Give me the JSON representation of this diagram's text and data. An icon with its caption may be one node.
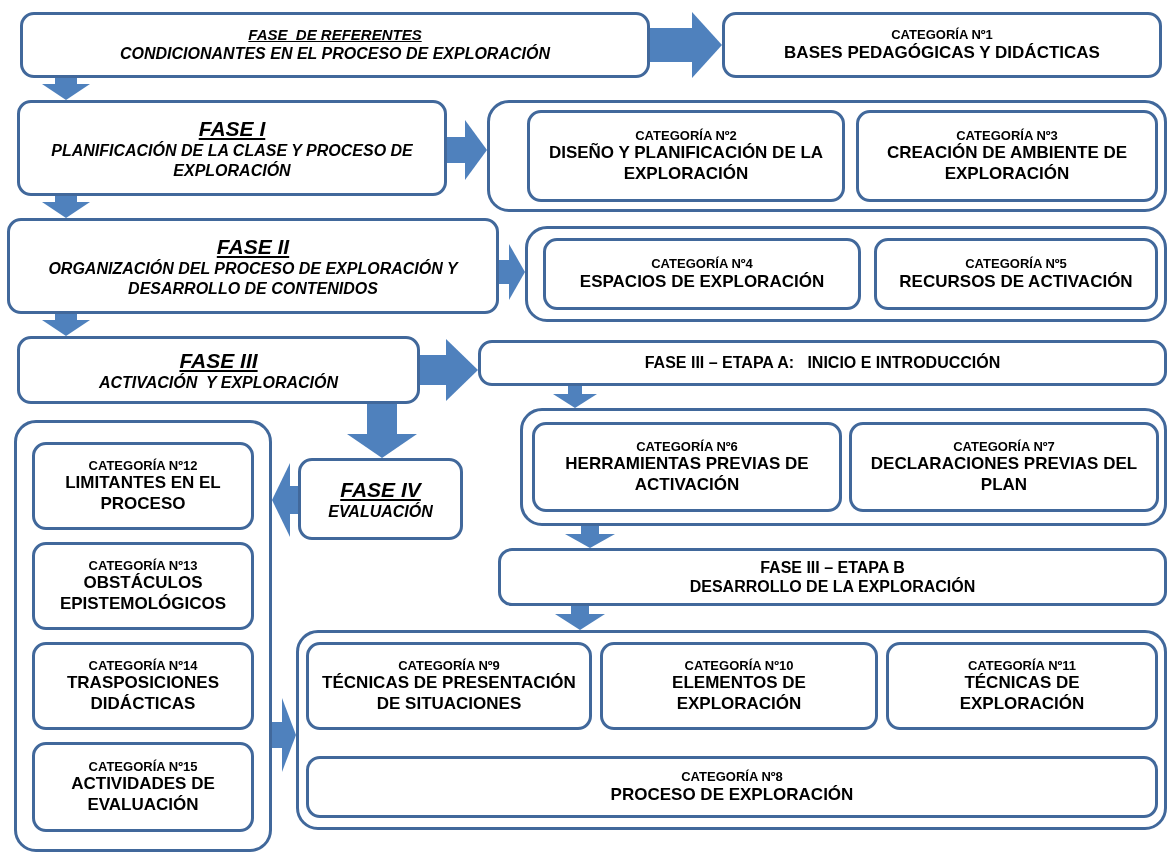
{
  "diagram": {
    "nodes": [
      {
        "text": [
          "FASE  DE REFERENTES",
          "CONDICIONANTES EN EL PROCESO DE EXPLORACIÓN"
        ]
      },
      {
        "text": [
          "CATEGORÍA Nº1",
          "BASES PEDAGÓGICAS Y DIDÁCTICAS"
        ]
      },
      {
        "text": [
          "FASE I",
          "PLANIFICACIÓN DE LA CLASE Y PROCESO DE EXPLORACIÓN"
        ]
      },
      {
        "text": [],
        "shape": "box"
      },
      {
        "text": [
          "CATEGORÍA Nº2",
          "DISEÑO Y PLANIFICACIÓN DE LA EXPLORACIÓN"
        ],
        "in": 3
      },
      {
        "text": [
          "CATEGORÍA Nº3",
          "CREACIÓN DE AMBIENTE DE EXPLORACIÓN"
        ],
        "in": 3
      },
      {
        "text": [
          "FASE II",
          "ORGANIZACIÓN DEL PROCESO DE EXPLORACIÓN Y DESARROLLO DE CONTENIDOS"
        ]
      },
      {
        "text": [],
        "shape": "box"
      },
      {
        "text": [
          "CATEGORÍA Nº4",
          "ESPACIOS DE EXPLORACIÓN"
        ],
        "in": 7
      },
      {
        "text": [
          "CATEGORÍA Nº5",
          "RECURSOS DE ACTIVACIÓN"
        ],
        "in": 7
      },
      {
        "text": [
          "FASE III",
          "ACTIVACIÓN  Y EXPLORACIÓN"
        ]
      },
      {
        "text": [
          "FASE III – ETAPA A:   INICIO E INTRODUCCIÓN"
        ]
      },
      {
        "text": [],
        "shape": "box"
      },
      {
        "text": [
          "CATEGORÍA Nº6",
          "HERRAMIENTAS PREVIAS DE ACTIVACIÓN"
        ],
        "in": 12
      },
      {
        "text": [
          "CATEGORÍA Nº7",
          "DECLARACIONES PREVIAS DEL PLAN"
        ],
        "in": 12
      },
      {
        "text": [
          "FASE III – ETAPA B",
          "DESARROLLO DE LA EXPLORACIÓN"
        ]
      },
      {
        "text": [],
        "shape": "box"
      },
      {
        "text": [
          "CATEGORÍA Nº9",
          "TÉCNICAS DE PRESENTACIÓN DE SITUACIONES"
        ],
        "in": 16
      },
      {
        "text": [
          "CATEGORÍA Nº10",
          "ELEMENTOS DE EXPLORACIÓN"
        ],
        "in": 16
      },
      {
        "text": [
          "CATEGORÍA Nº11",
          "TÉCNICAS DE EXPLORACIÓN"
        ],
        "in": 16
      },
      {
        "text": [
          "CATEGORÍA Nº8",
          "PROCESO DE EXPLORACIÓN"
        ],
        "in": 16
      },
      {
        "text": [
          "FASE IV",
          "EVALUACIÓN"
        ]
      },
      {
        "text": [],
        "shape": "box"
      },
      {
        "text": [
          "CATEGORÍA Nº12",
          "LIMITANTES EN EL PROCESO"
        ],
        "in": 22
      },
      {
        "text": [
          "CATEGORÍA Nº13",
          "OBSTÁCULOS EPISTEMOLÓGICOS"
        ],
        "in": 22
      },
      {
        "text": [
          "CATEGORÍA Nº14",
          "TRASPOSICIONES DIDÁCTICAS"
        ],
        "in": 22
      },
      {
        "text": [
          "CATEGORÍA Nº15",
          "ACTIVIDADES DE EVALUACIÓN"
        ],
        "in": 22
      }
    ],
    "edges": [
      {
        "from": 0,
        "to": 1,
        "arrow": "to"
      },
      {
        "from": 0,
        "to": 2,
        "arrow": "to"
      },
      {
        "from": 2,
        "to": 3,
        "arrow": "to"
      },
      {
        "from": 2,
        "to": 6,
        "arrow": "to"
      },
      {
        "from": 6,
        "to": 7,
        "arrow": "to"
      },
      {
        "from": 6,
        "to": 10,
        "arrow": "to"
      },
      {
        "from": 10,
        "to": 11,
        "arrow": "to"
      },
      {
        "from": 11,
        "to": 12,
        "arrow": "to"
      },
      {
        "from": 12,
        "to": 15,
        "arrow": "to"
      },
      {
        "from": 15,
        "to": 16,
        "arrow": "to"
      },
      {
        "from": 10,
        "to": 21,
        "arrow": "to"
      },
      {
        "from": 21,
        "to": 22,
        "arrow": "to"
      },
      {
        "from": 22,
        "to": 16,
        "arrow": "to"
      }
    ]
  }
}
